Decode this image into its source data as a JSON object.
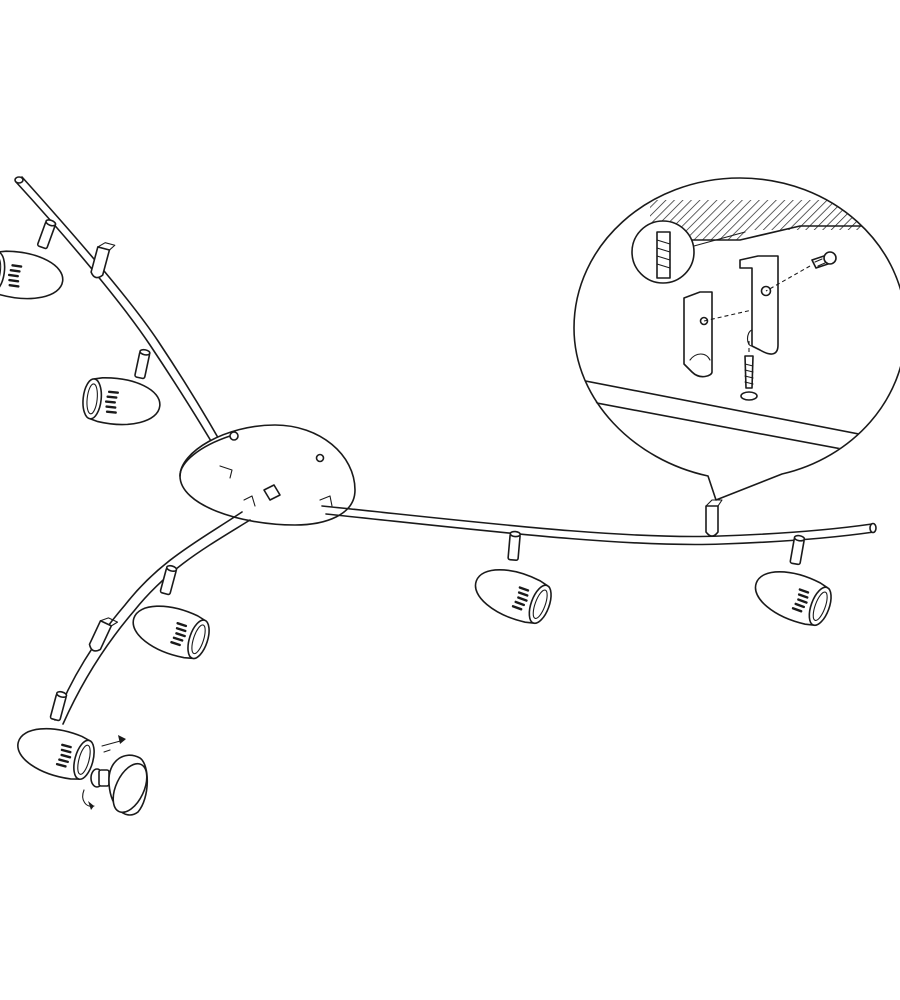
{
  "figure": {
    "kind": "assembly-illustration",
    "subject": "ceiling-spotlight-bar",
    "spot_count": 7,
    "line_color": "#1a1a1a",
    "background": "#ffffff"
  }
}
